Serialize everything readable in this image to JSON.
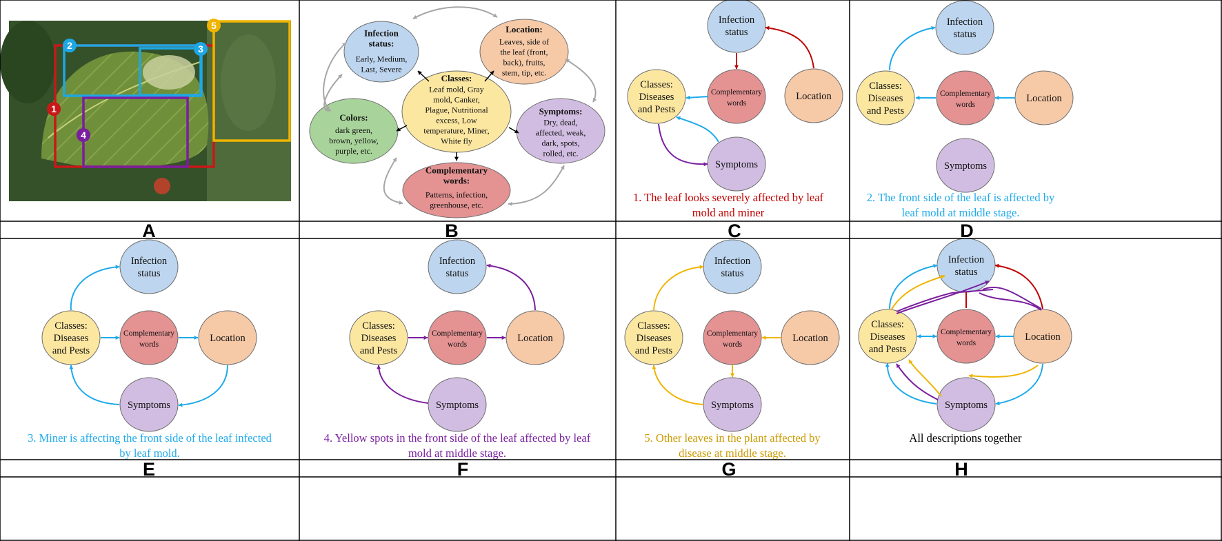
{
  "colors": {
    "infection": "#bdd5ee",
    "complementary": "#e49292",
    "location": "#f6c9a7",
    "classes": "#fce7a1",
    "symptoms": "#d2bde2",
    "colors_node": "#a8d39a",
    "red": "#c00000",
    "blue": "#1eaaea",
    "purple": "#7a1f9e",
    "gold": "#f0b400",
    "gray": "#a6a6a6"
  },
  "panel_labels": [
    "A",
    "B",
    "C",
    "D",
    "E",
    "F",
    "G",
    "H"
  ],
  "photo": {
    "box_numbers": [
      "1",
      "2",
      "3",
      "4",
      "5"
    ]
  },
  "panel_b": {
    "infection": {
      "title_1": "Infection",
      "title_2": "status:",
      "body": [
        "Early, Medium,",
        "Last, Severe"
      ]
    },
    "location": {
      "title": "Location:",
      "body": [
        "Leaves, side of",
        "the leaf (front,",
        "back), fruits,",
        "stem, tip, etc."
      ]
    },
    "classes": {
      "title": "Classes:",
      "body": [
        "Leaf mold, Gray",
        "mold, Canker,",
        "Plague, Nutritional",
        "excess, Low",
        "temperature, Miner,",
        "White fly"
      ]
    },
    "colors": {
      "title": "Colors:",
      "body": [
        "dark green,",
        "brown, yellow,",
        "purple, etc."
      ]
    },
    "symptoms": {
      "title": "Symptoms:",
      "body": [
        "Dry, dead,",
        "affected, weak,",
        "dark, spots,",
        "rolled, etc."
      ]
    },
    "complementary": {
      "title_1": "Complementary",
      "title_2": "words:",
      "body": [
        "Patterns, infection,",
        "greenhouse, etc."
      ]
    }
  },
  "nodes": {
    "infection": [
      "Infection",
      "status"
    ],
    "complementary": [
      "Complementary",
      "words"
    ],
    "location": "Location",
    "classes": [
      "Classes:",
      "Diseases and",
      "Pests"
    ],
    "classes_split": [
      "Classes:",
      "Diseases",
      "and Pests"
    ],
    "symptoms": "Symptoms"
  },
  "captions": {
    "C": [
      "1. The leaf looks severely affected by leaf",
      "mold and miner"
    ],
    "D": [
      "2. The front side of the leaf is affected by",
      "leaf mold at middle stage."
    ],
    "E": [
      "3. Miner is affecting the front side of the leaf infected",
      "by leaf mold."
    ],
    "F": [
      "4. Yellow spots in the front side of the leaf affected by leaf",
      "mold at middle stage."
    ],
    "G": [
      "5. Other leaves in the plant affected by",
      "disease at middle stage."
    ],
    "H": [
      "All descriptions together"
    ]
  }
}
